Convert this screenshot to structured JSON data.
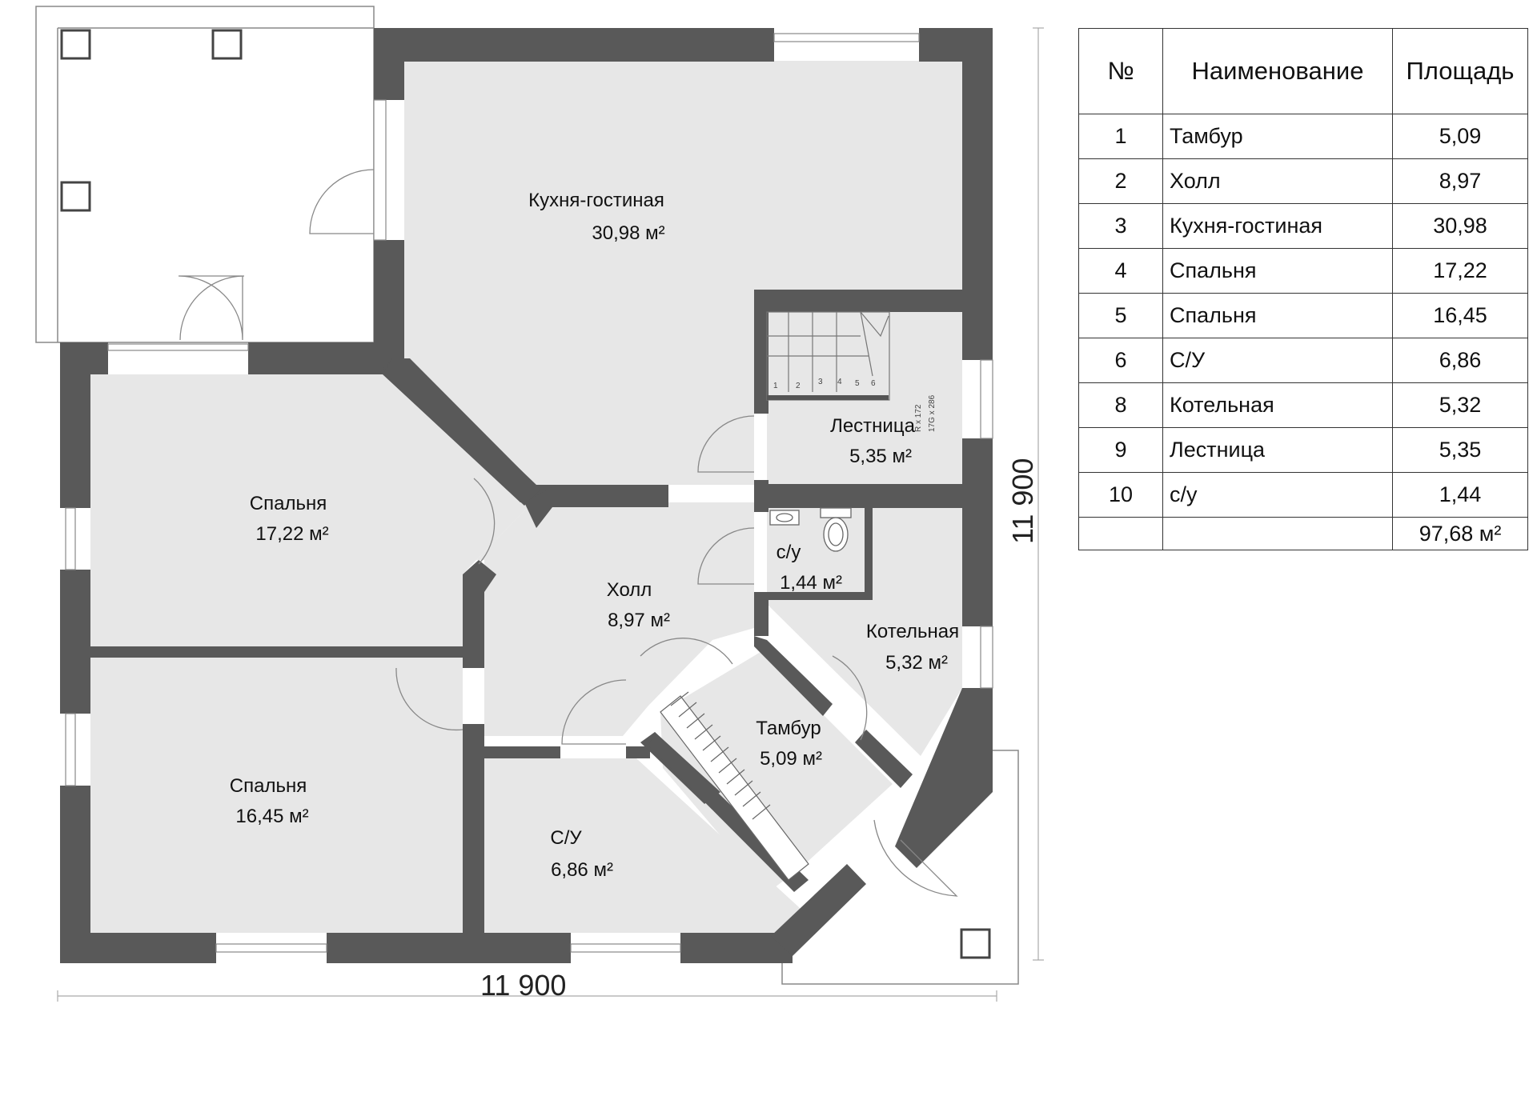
{
  "plan": {
    "dim_horizontal": "11 900",
    "dim_vertical": "11 900",
    "stair_note_1": "R x 172",
    "stair_note_2": "17G x 286",
    "stair_numbers": [
      "1",
      "2",
      "3",
      "4",
      "5",
      "6"
    ],
    "rooms": [
      {
        "name": "Кухня-гостиная",
        "area": "30,98 м²"
      },
      {
        "name": "Лестница",
        "area": "5,35 м²"
      },
      {
        "name": "Спальня",
        "area": "17,22 м²"
      },
      {
        "name": "с/у",
        "area": "1,44 м²"
      },
      {
        "name": "Холл",
        "area": "8,97 м²"
      },
      {
        "name": "Котельная",
        "area": "5,32 м²"
      },
      {
        "name": "Тамбур",
        "area": "5,09 м²"
      },
      {
        "name": "Спальня",
        "area": "16,45 м²"
      },
      {
        "name": "С/У",
        "area": "6,86 м²"
      }
    ]
  },
  "table": {
    "headers": {
      "num": "№",
      "name": "Наименование",
      "area": "Площадь"
    },
    "rows": [
      {
        "num": "1",
        "name": "Тамбур",
        "area": "5,09"
      },
      {
        "num": "2",
        "name": "Холл",
        "area": "8,97"
      },
      {
        "num": "3",
        "name": "Кухня-гостиная",
        "area": "30,98"
      },
      {
        "num": "4",
        "name": "Спальня",
        "area": "17,22"
      },
      {
        "num": "5",
        "name": "Спальня",
        "area": "16,45"
      },
      {
        "num": "6",
        "name": "С/У",
        "area": "6,86"
      },
      {
        "num": "8",
        "name": "Котельная",
        "area": "5,32"
      },
      {
        "num": "9",
        "name": "Лестница",
        "area": "5,35"
      },
      {
        "num": "10",
        "name": "с/у",
        "area": "1,44"
      }
    ],
    "total": "97,68 м²"
  },
  "colors": {
    "wall": "#595959",
    "floor": "#e7e7e7",
    "line": "#777777"
  }
}
